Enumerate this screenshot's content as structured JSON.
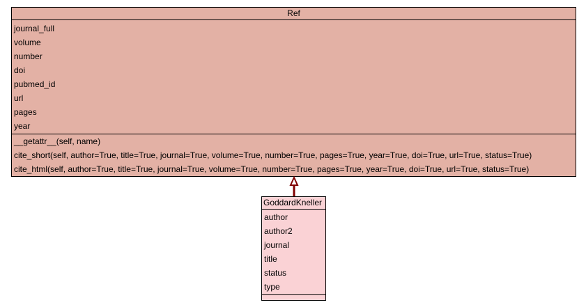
{
  "colors": {
    "ref_fill": "#e3b1a5",
    "child_fill": "#fad2d5",
    "arrow": "#800000"
  },
  "ref_class": {
    "name": "Ref",
    "attributes": [
      "journal_full",
      "volume",
      "number",
      "doi",
      "pubmed_id",
      "url",
      "pages",
      "year"
    ],
    "methods": [
      "__getattr__(self, name)",
      "cite_short(self, author=True, title=True, journal=True, volume=True, number=True, pages=True, year=True, doi=True, url=True, status=True)",
      "cite_html(self, author=True, title=True, journal=True, volume=True, number=True, pages=True, year=True, doi=True, url=True, status=True)"
    ]
  },
  "child_class": {
    "name": "GoddardKneller",
    "attributes": [
      "author",
      "author2",
      "journal",
      "title",
      "status",
      "type"
    ],
    "methods": []
  }
}
